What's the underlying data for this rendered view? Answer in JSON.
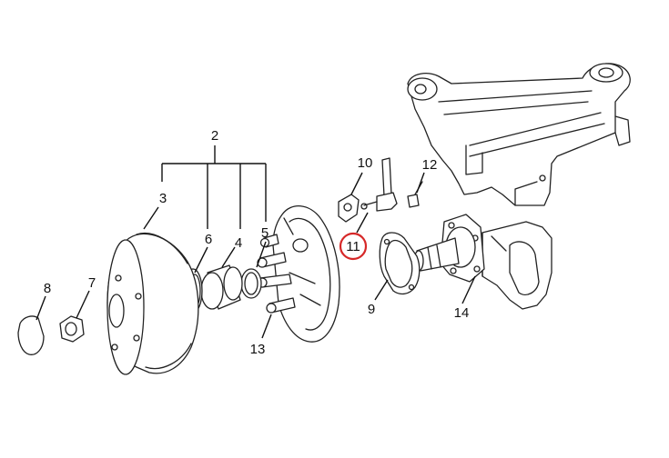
{
  "callouts": [
    {
      "id": "2",
      "label": "2"
    },
    {
      "id": "3",
      "label": "3"
    },
    {
      "id": "4",
      "label": "4"
    },
    {
      "id": "5",
      "label": "5"
    },
    {
      "id": "6",
      "label": "6"
    },
    {
      "id": "7",
      "label": "7"
    },
    {
      "id": "8",
      "label": "8"
    },
    {
      "id": "9",
      "label": "9"
    },
    {
      "id": "10",
      "label": "10"
    },
    {
      "id": "11",
      "label": "11"
    },
    {
      "id": "12",
      "label": "12"
    },
    {
      "id": "13",
      "label": "13"
    },
    {
      "id": "14",
      "label": "14"
    }
  ],
  "highlight": {
    "callout": "11",
    "color": "#d62828"
  },
  "colors": {
    "line": "#222222",
    "background": "#ffffff"
  }
}
